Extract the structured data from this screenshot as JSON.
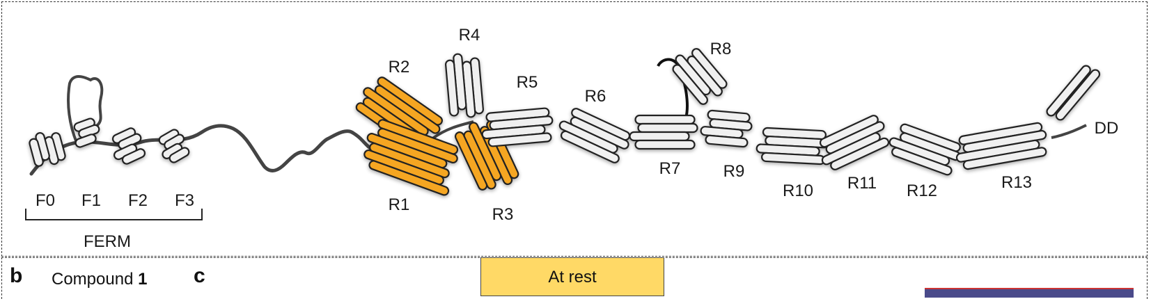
{
  "domains": [
    "F0",
    "F1",
    "F2",
    "F3"
  ],
  "ferm_label": "FERM",
  "rods": [
    "R1",
    "R2",
    "R3",
    "R4",
    "R5",
    "R6",
    "R7",
    "R8",
    "R9",
    "R10",
    "R11",
    "R12",
    "R13"
  ],
  "dd_label": "DD",
  "panel_b_letter": "b",
  "panel_c_letter": "c",
  "compound_text": "Compound",
  "compound_number": "1",
  "at_rest_label": "At rest",
  "colors": {
    "highlight": "#f5a623",
    "helix": "#f0f0f0",
    "linker": "#444444"
  }
}
